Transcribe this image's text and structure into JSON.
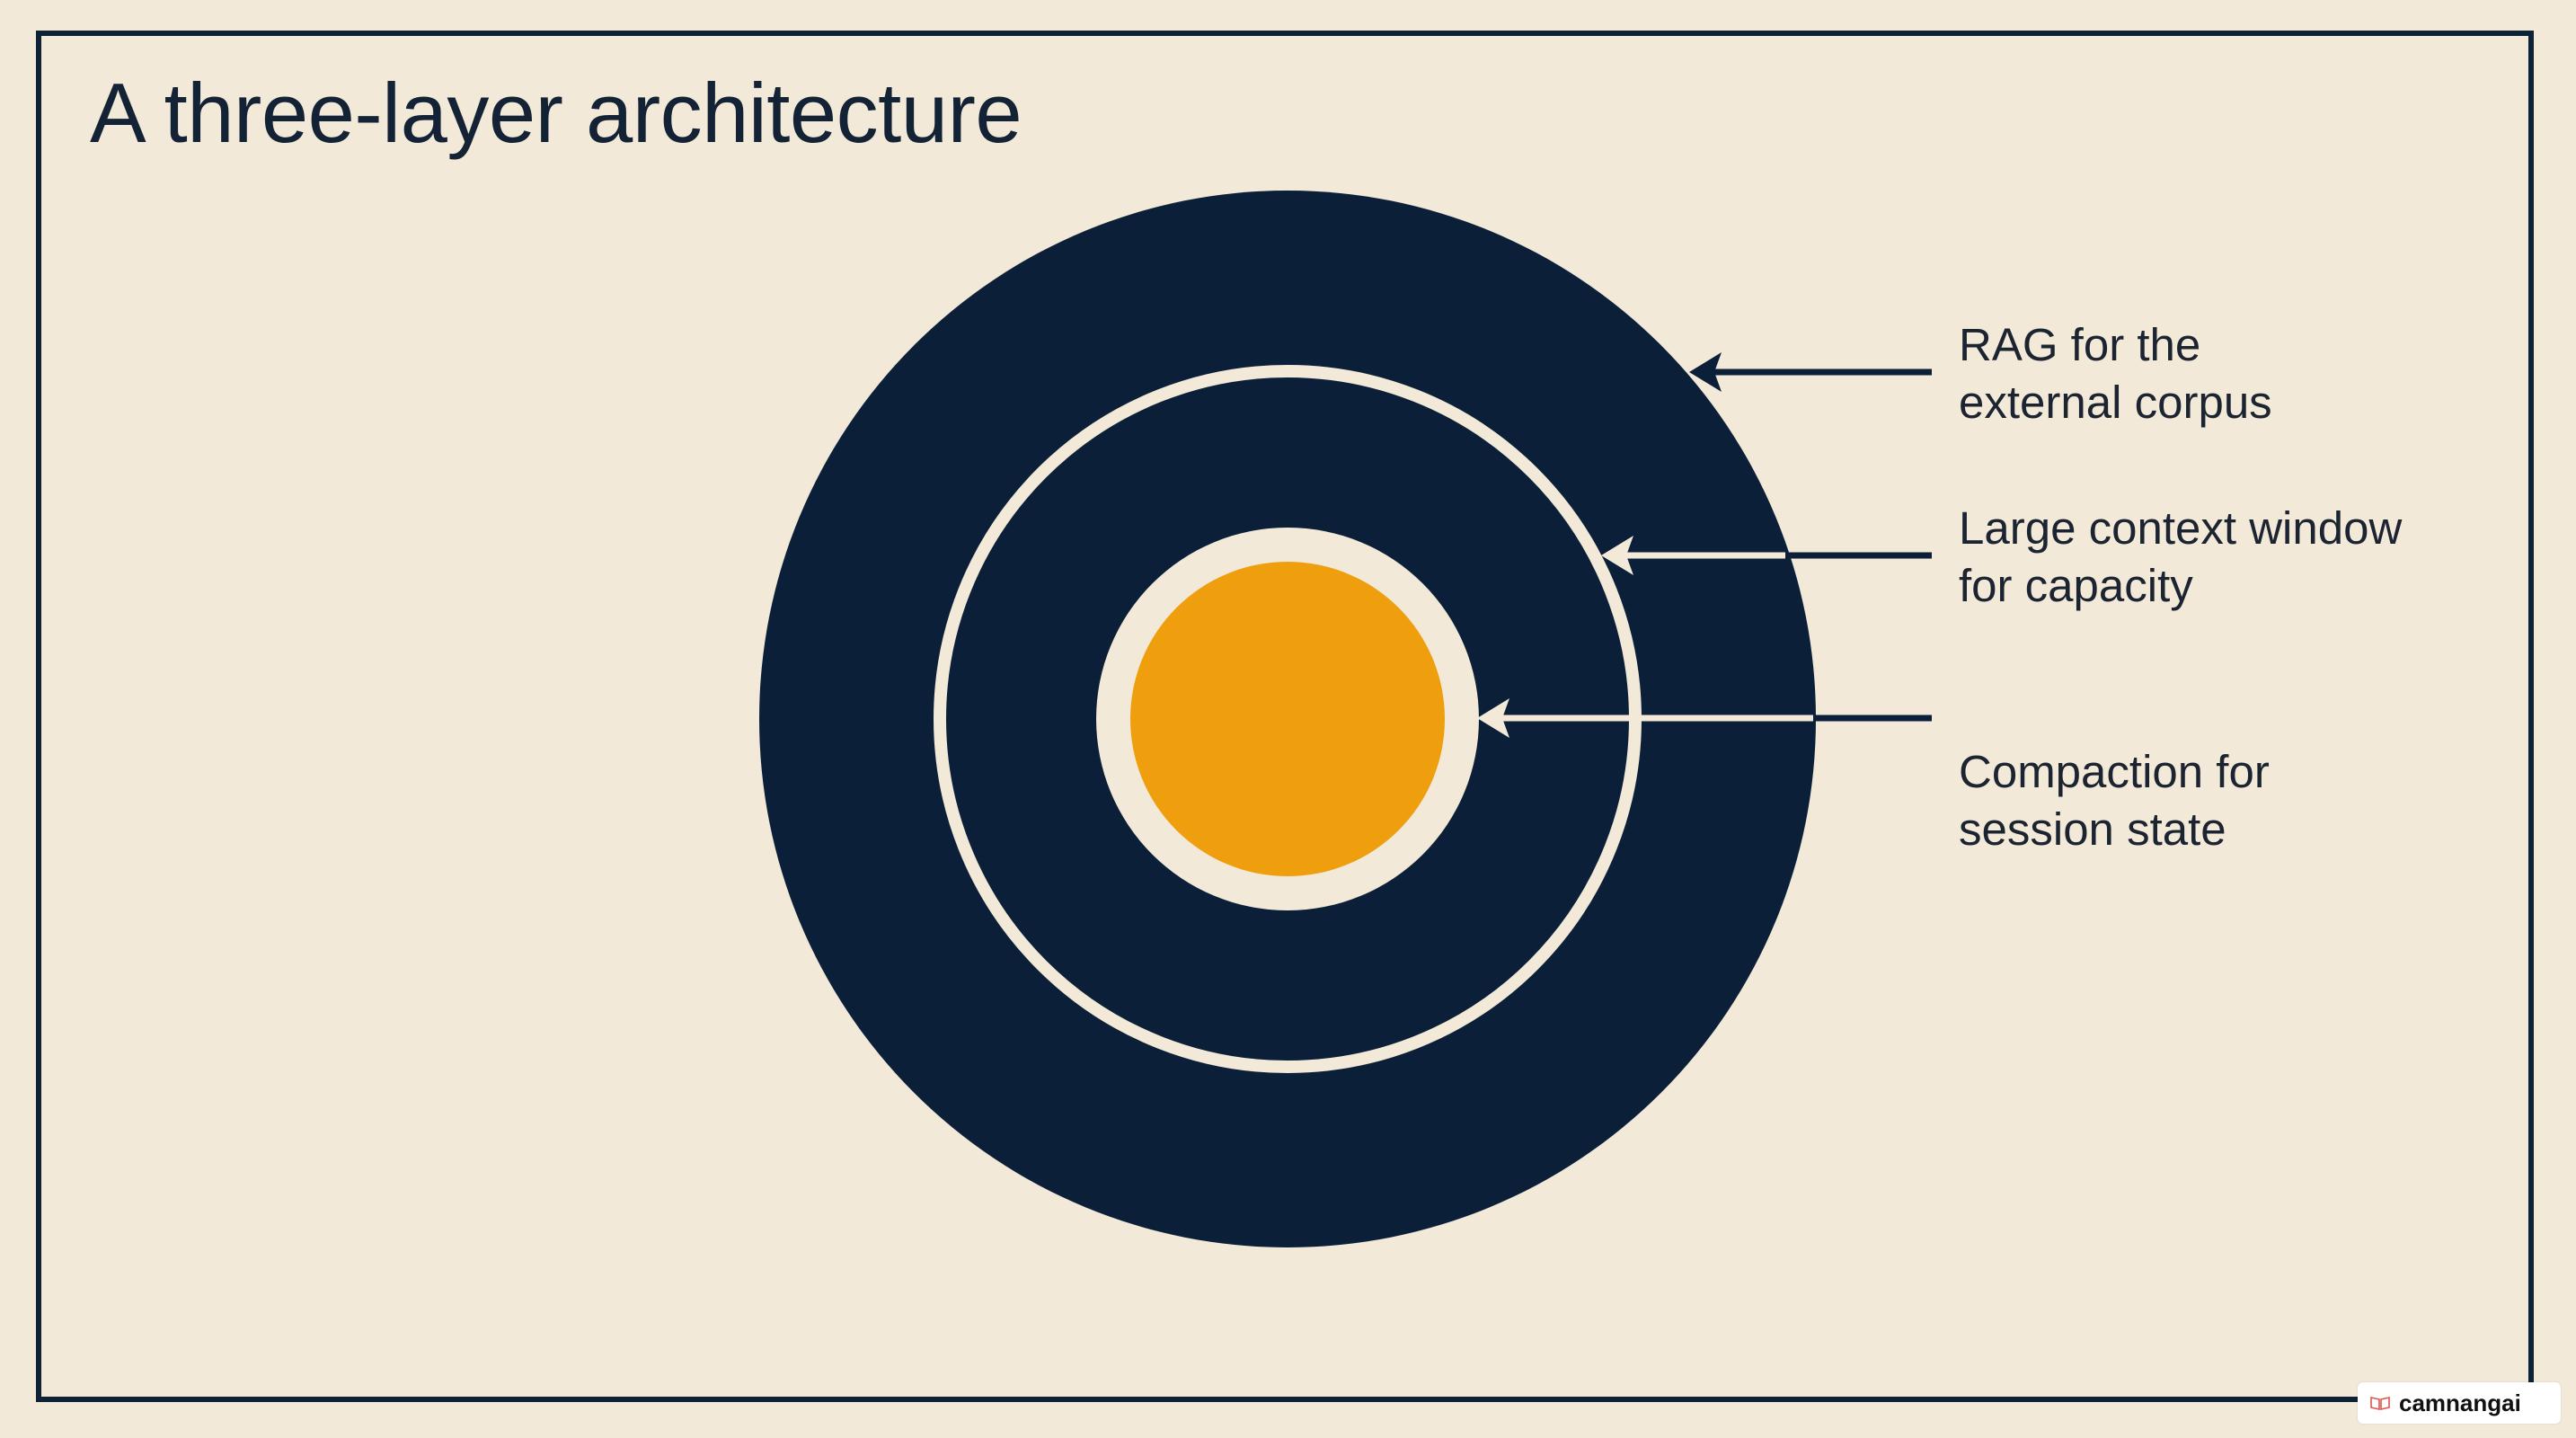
{
  "slide": {
    "title": "A three-layer architecture"
  },
  "layers": {
    "outer": {
      "line1": "RAG for the",
      "line2": "external corpus"
    },
    "middle": {
      "line1": "Large context window",
      "line2": "for capacity"
    },
    "inner": {
      "line1": "Compaction for",
      "line2": "session state"
    }
  },
  "watermark": {
    "text": "camnangai",
    "icon": "book-icon"
  },
  "colors": {
    "background": "#f2e9d8",
    "navy": "#0b1f38",
    "core": "#ef9f0e",
    "ring": "#f2e9d8"
  }
}
